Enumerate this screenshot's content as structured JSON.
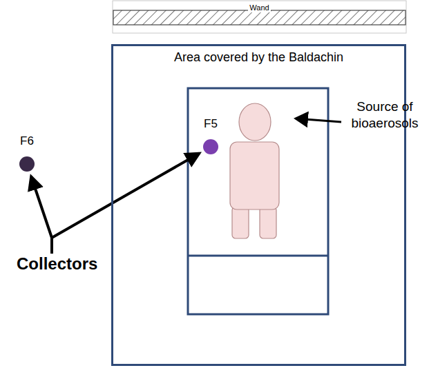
{
  "diagram": {
    "nodes": [
      {
        "text": [
          "Wand"
        ]
      },
      {
        "text": [
          "Area covered by the Baldachin"
        ]
      },
      {
        "text": [
          "F6"
        ]
      },
      {
        "text": [
          "F5"
        ],
        "in": 1
      },
      {
        "text": [
          "Collectors"
        ]
      }
    ],
    "edges": [
      {
        "from": 4,
        "to": 2,
        "arrow": "to"
      },
      {
        "from": 4,
        "to": 3,
        "arrow": "to"
      }
    ],
    "labels": [
      "Source of bioaerosols"
    ]
  }
}
